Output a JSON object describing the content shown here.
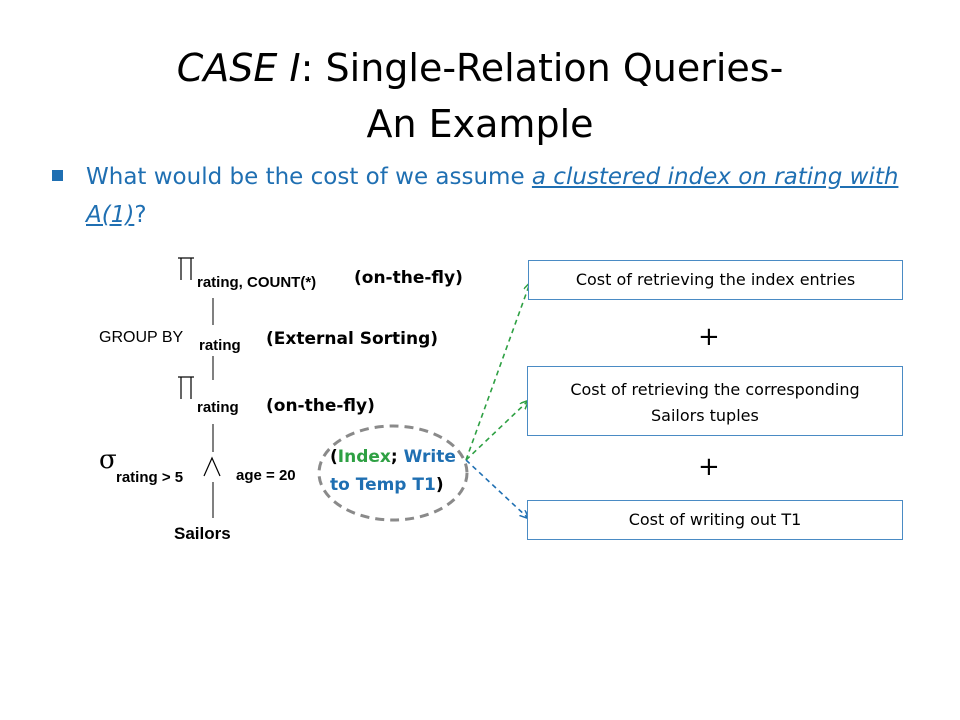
{
  "slide": {
    "title_italic": "CASE I",
    "title_rest_line1": ": Single-Relation Queries-",
    "title_line2": "An Example",
    "bullet_prefix": "What would be the cost of we assume ",
    "bullet_underlined": "a clustered index on rating with A(1)",
    "bullet_suffix": "?"
  },
  "tree": {
    "project_top_sub": "rating, COUNT(*)",
    "project_top_note": "(on-the-fly)",
    "groupby_label": "GROUP BY",
    "groupby_sub": "rating",
    "groupby_note": "(External Sorting)",
    "project_mid_sub": "rating",
    "project_mid_note": "(on-the-fly)",
    "select_sub_left": "rating > 5",
    "select_sub_right": "age = 20",
    "relation": "Sailors",
    "select_note_open": "(",
    "select_note_index": "Index",
    "select_note_sep": "; ",
    "select_note_write": "Write",
    "select_note_line2": "to Temp T1",
    "select_note_close": ")"
  },
  "costs": {
    "box1": "Cost of retrieving the index entries",
    "plus1": "+",
    "box2_line1": "Cost of retrieving the corresponding",
    "box2_line2": "Sailors tuples",
    "plus2": "+",
    "box3": "Cost of writing out T1"
  },
  "colors": {
    "bullet": "#1f6fb2",
    "index_green": "#2ea043",
    "write_blue": "#1f6fb2",
    "box_border": "#4a8bc4",
    "ellipse": "#8a8a8a"
  }
}
